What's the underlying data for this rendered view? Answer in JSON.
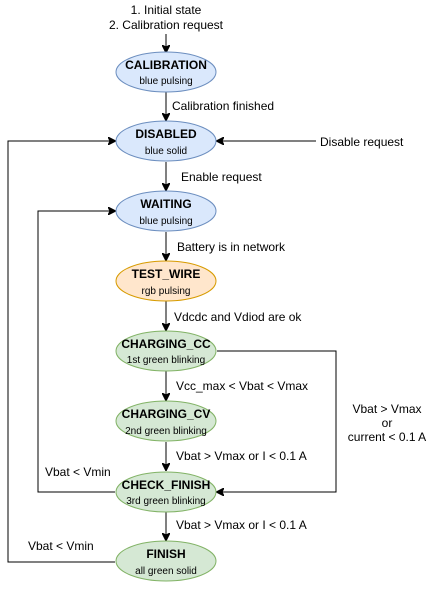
{
  "nodes": {
    "calibration": {
      "title": "CALIBRATION",
      "subtitle": "blue pulsing",
      "fill": "#dae8fc",
      "stroke": "#6c8ebf"
    },
    "disabled": {
      "title": "DISABLED",
      "subtitle": "blue solid",
      "fill": "#dae8fc",
      "stroke": "#6c8ebf"
    },
    "waiting": {
      "title": "WAITING",
      "subtitle": "blue pulsing",
      "fill": "#dae8fc",
      "stroke": "#6c8ebf"
    },
    "test_wire": {
      "title": "TEST_WIRE",
      "subtitle": "rgb pulsing",
      "fill": "#ffe6cc",
      "stroke": "#d79b00"
    },
    "charging_cc": {
      "title": "CHARGING_CC",
      "subtitle": "1st green blinking",
      "fill": "#d5e8d4",
      "stroke": "#82b366"
    },
    "charging_cv": {
      "title": "CHARGING_CV",
      "subtitle": "2nd green blinking",
      "fill": "#d5e8d4",
      "stroke": "#82b366"
    },
    "check_finish": {
      "title": "CHECK_FINISH",
      "subtitle": "3rd green blinking",
      "fill": "#d5e8d4",
      "stroke": "#82b366"
    },
    "finish": {
      "title": "FINISH",
      "subtitle": "all green solid",
      "fill": "#d5e8d4",
      "stroke": "#82b366"
    }
  },
  "start_labels": [
    "1. Initial state",
    "2. Calibration request"
  ],
  "edge_labels": {
    "calibration_finished": "Calibration finished",
    "disable_request": "Disable request",
    "enable_request": "Enable request",
    "battery_in_network": "Battery is in network",
    "vdcdc_vdiod_ok": "Vdcdc and Vdiod are ok",
    "vcc_range": "Vcc_max < Vbat < Vmax",
    "cv_exit": "Vbat > Vmax or I < 0.1 A",
    "cc_exit": [
      "Vbat > Vmax",
      "or",
      "current < 0.1 A"
    ],
    "check_to_finish": "Vbat > Vmax or I < 0.1 A",
    "check_vbat_vmin": "Vbat < Vmin",
    "finish_vbat_vmin": "Vbat < Vmin"
  }
}
